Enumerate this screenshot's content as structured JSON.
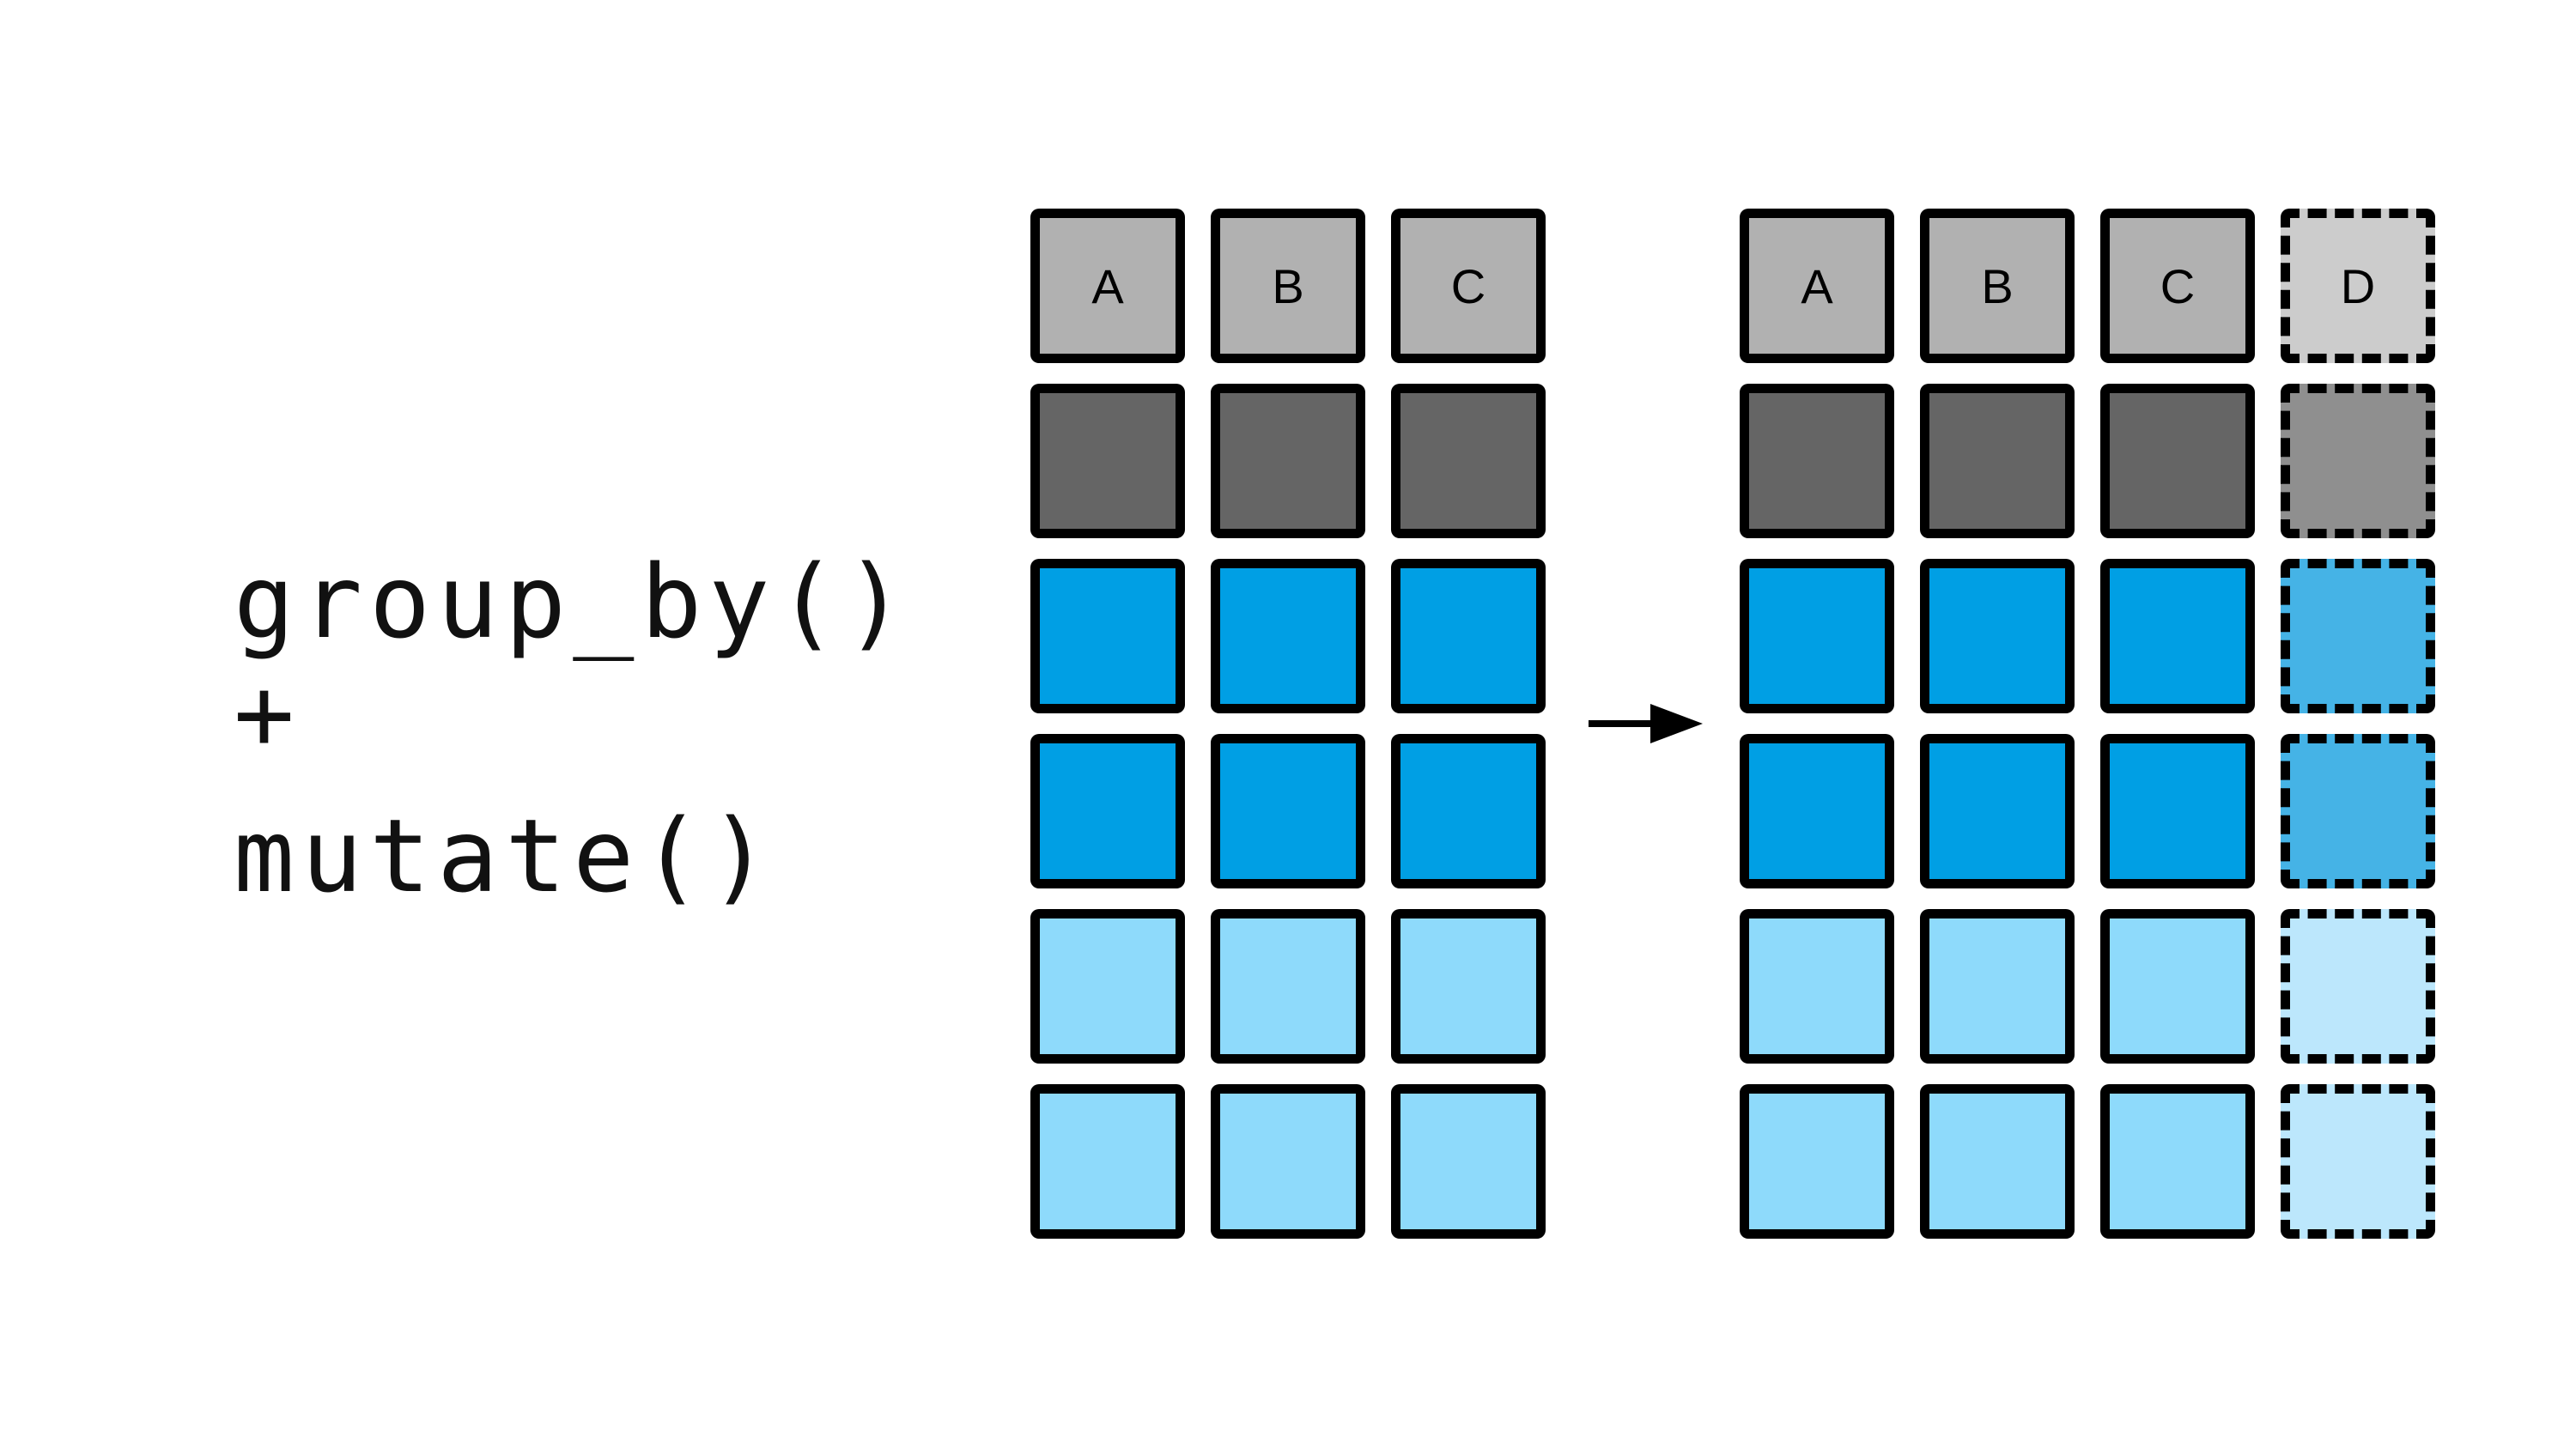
{
  "operation": {
    "lines": [
      "group_by()",
      "+",
      "mutate()"
    ]
  },
  "arrow": {
    "symbol": "→"
  },
  "colors": {
    "background": "#ffffff",
    "border": "#000000",
    "header_gray": "#b1b1b1",
    "dark_gray": "#656565",
    "blue": "#009fe4",
    "light_blue": "#8edafb",
    "new_header_gray": "#cccccc",
    "new_dark_gray": "#8f8f8f",
    "new_blue": "#45b3e6",
    "new_light_blue": "#bce7fc"
  },
  "tables": {
    "input": {
      "columns": [
        "A",
        "B",
        "C"
      ],
      "header_fill": "header_gray",
      "row_fills": [
        "dark_gray",
        "blue",
        "blue",
        "light_blue",
        "light_blue"
      ]
    },
    "output": {
      "columns": [
        "A",
        "B",
        "C",
        "D"
      ],
      "new_column": "D",
      "header_fill": "header_gray",
      "new_header_fill": "new_header_gray",
      "row_fills": [
        "dark_gray",
        "blue",
        "blue",
        "light_blue",
        "light_blue"
      ],
      "new_row_fills": [
        "new_dark_gray",
        "new_blue",
        "new_blue",
        "new_light_blue",
        "new_light_blue"
      ]
    }
  }
}
